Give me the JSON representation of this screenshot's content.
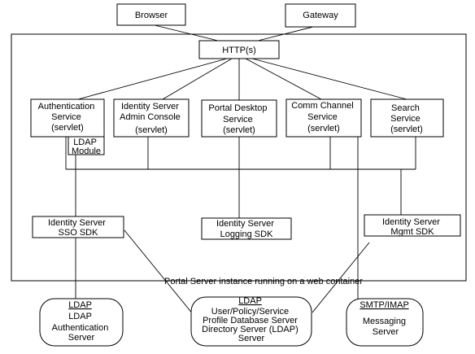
{
  "nodes": {
    "browser": "Browser",
    "gateway": "Gateway",
    "http": "HTTP(s)",
    "auth_service": [
      "Authentication",
      "Service",
      "(servlet)"
    ],
    "ldap_module": [
      "LDAP",
      "Module"
    ],
    "admin_console": [
      "Identity Server",
      "Admin Console",
      "(servlet)"
    ],
    "portal_desktop": [
      "Portal Desktop",
      "Service",
      "(servlet)"
    ],
    "comm_channel": [
      "Comm Channel",
      "Service",
      "(servlet)"
    ],
    "search_service": [
      "Search",
      "Service",
      "(servlet)"
    ],
    "sso_sdk": [
      "Identity Server",
      "SSO SDK"
    ],
    "logging_sdk": [
      "Identity Server",
      "Logging SDK"
    ],
    "mgmt_sdk": [
      "Identity Server",
      "Mgmt SDK"
    ],
    "ldap_auth_server": {
      "heading": "LDAP",
      "lines": [
        "LDAP",
        "Authentication",
        "Server"
      ]
    },
    "directory_server": {
      "heading": "LDAP",
      "lines": [
        "User/Policy/Service",
        "Profile Database Server",
        "Directory Server (LDAP)",
        "Server"
      ]
    },
    "messaging_server": {
      "heading": "SMTP/IMAP",
      "lines": [
        "Messaging",
        "Server"
      ]
    }
  },
  "container_caption": "Portal Server instance running on a web container"
}
